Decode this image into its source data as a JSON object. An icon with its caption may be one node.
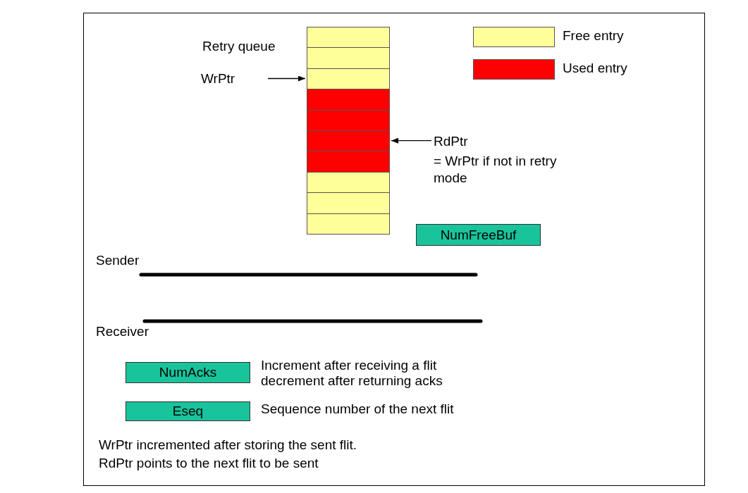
{
  "diagram": {
    "nodes": [
      {
        "text": [
          "Retry queue"
        ]
      },
      {
        "text": [],
        "shape": "box",
        "in": 0
      },
      {
        "text": [],
        "shape": "box",
        "in": 0
      },
      {
        "text": [],
        "shape": "box",
        "in": 0
      },
      {
        "text": [],
        "shape": "box",
        "in": 0
      },
      {
        "text": [],
        "shape": "box",
        "in": 0
      },
      {
        "text": [],
        "shape": "box",
        "in": 0
      },
      {
        "text": [],
        "shape": "box",
        "in": 0
      },
      {
        "text": [],
        "shape": "box",
        "in": 0
      },
      {
        "text": [],
        "shape": "box",
        "in": 0
      },
      {
        "text": [],
        "shape": "box",
        "in": 0
      },
      {
        "text": [
          "WrPtr"
        ]
      },
      {
        "text": [
          "RdPtr",
          "= WrPtr if not in retry mode"
        ]
      },
      {
        "text": [
          "NumFreeBuf"
        ]
      },
      {
        "text": [
          "NumAcks"
        ],
        "beside": [
          "Increment after receiving a flit decrement after returning acks"
        ]
      },
      {
        "text": [
          "Eseq"
        ],
        "beside": [
          "Sequence number of the next flit"
        ]
      }
    ],
    "edges": [
      {
        "from": 11,
        "to": 3,
        "arrow": "to"
      },
      {
        "from": 12,
        "to": 6,
        "arrow": "to"
      }
    ],
    "labels": [
      "Sender",
      "Receiver",
      "WrPtr incremented after storing the sent flit.",
      "RdPtr points to the next flit to be sent"
    ],
    "legend": [
      {
        "text": "Free entry",
        "color": "#ffff99"
      },
      {
        "text": "Used entry",
        "color": "#ff0000"
      }
    ]
  }
}
